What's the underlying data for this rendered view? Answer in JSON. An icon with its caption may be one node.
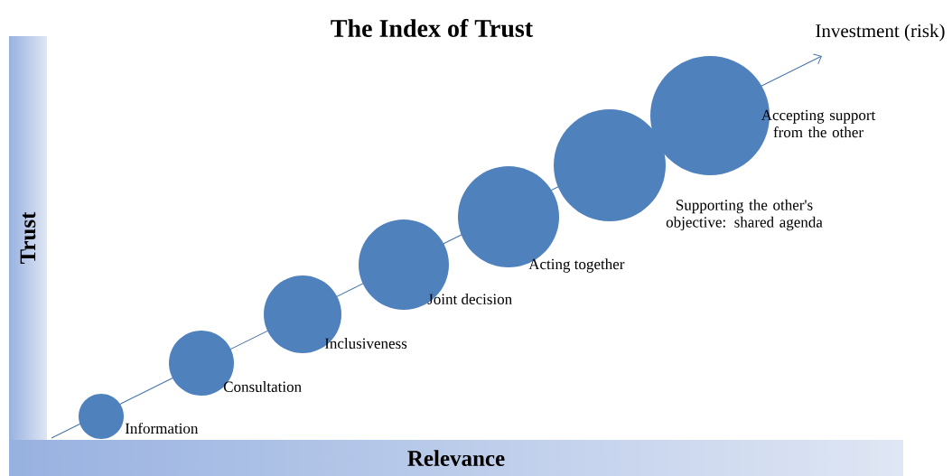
{
  "diagram": {
    "title": "The Index of Trust",
    "nodes": [
      {
        "text": [
          "Trust"
        ]
      },
      {
        "text": [
          "Relevance"
        ]
      },
      {
        "text": [],
        "shape": "circle",
        "beside": [
          "Information"
        ]
      },
      {
        "text": [],
        "shape": "circle",
        "beside": [
          "Consultation"
        ]
      },
      {
        "text": [],
        "shape": "circle",
        "beside": [
          "Inclusiveness"
        ]
      },
      {
        "text": [],
        "shape": "circle",
        "beside": [
          "Joint decision"
        ]
      },
      {
        "text": [],
        "shape": "circle",
        "beside": [
          "Acting together"
        ]
      },
      {
        "text": [],
        "shape": "circle",
        "beside": [
          "Supporting the other's objective: shared agenda"
        ]
      },
      {
        "text": [],
        "shape": "circle",
        "beside": [
          "Accepting support from the other"
        ]
      }
    ],
    "labels": [
      "Investment (risk)"
    ]
  }
}
